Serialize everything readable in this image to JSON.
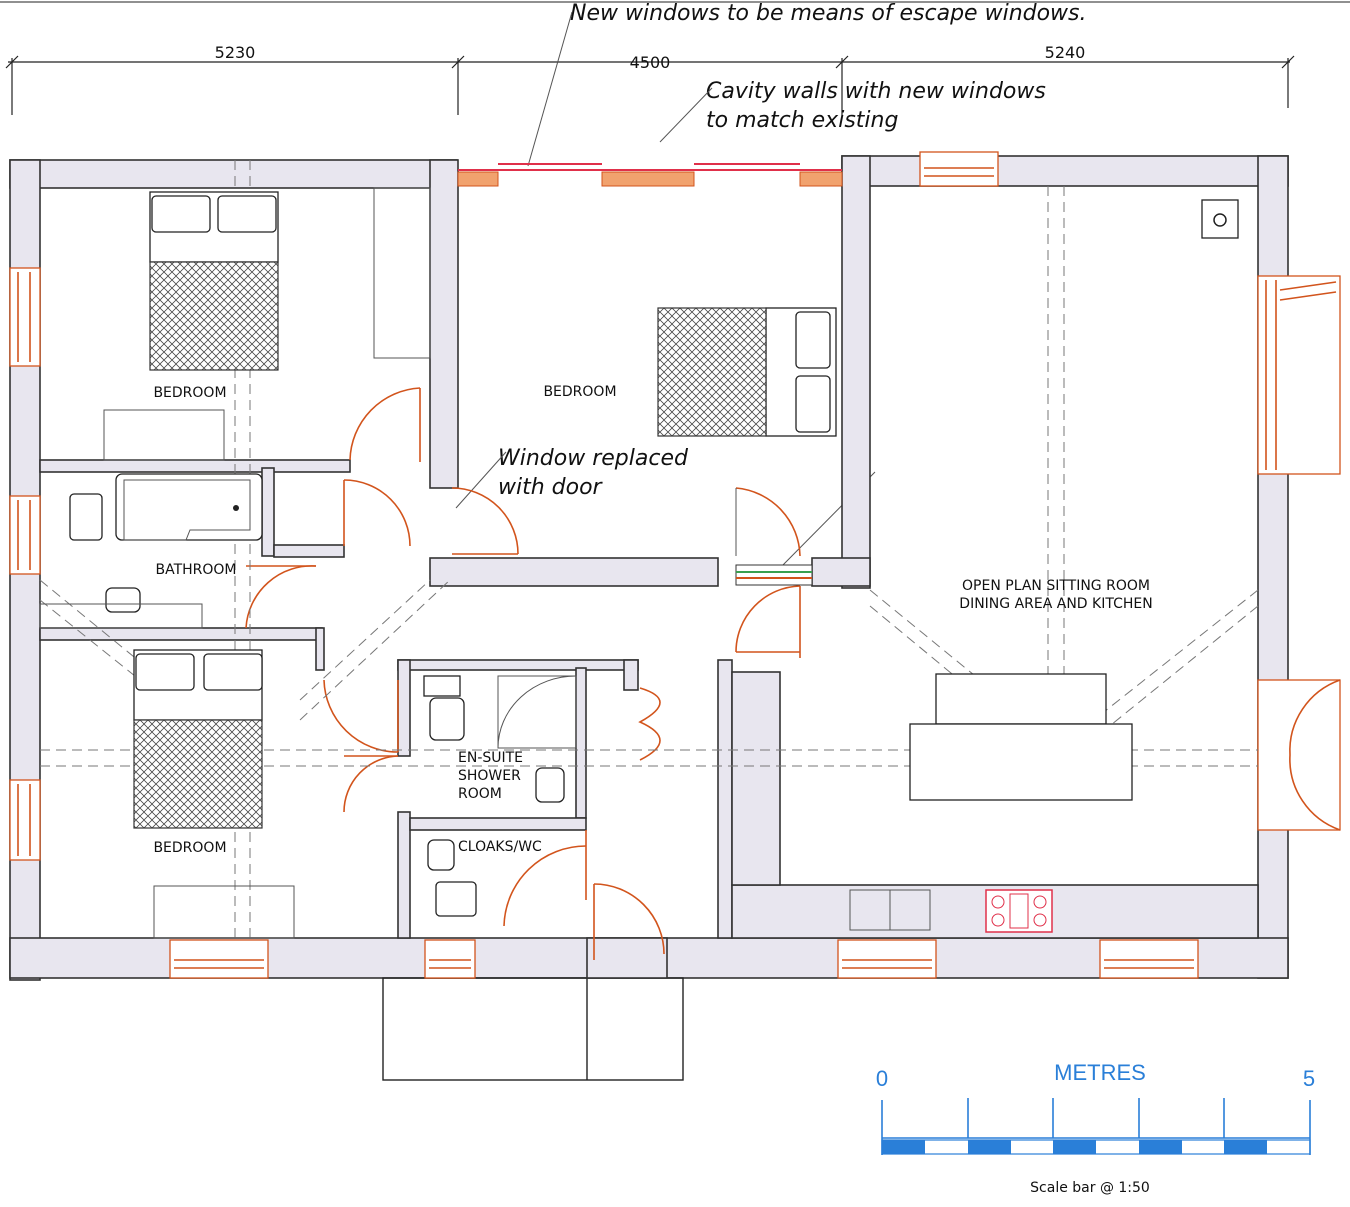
{
  "dimensions": {
    "left": "5230",
    "middle": "4500",
    "right": "5240"
  },
  "notes": {
    "escape_windows": "New windows to be means of escape windows.",
    "cavity_walls_line1": "Cavity walls with new windows",
    "cavity_walls_line2": "to match existing",
    "door_note_line1": "Window replaced",
    "door_note_line2": "with door"
  },
  "rooms": {
    "bedroom_top_left": "BEDROOM",
    "bedroom_middle": "BEDROOM",
    "bathroom": "BATHROOM",
    "bedroom_bottom_left": "BEDROOM",
    "ensuite_line1": "EN-SUITE",
    "ensuite_line2": "SHOWER",
    "ensuite_line3": "ROOM",
    "cloaks": "CLOAKS/WC",
    "open_plan_line1": "OPEN PLAN SITTING ROOM",
    "open_plan_line2": "DINING AREA AND KITCHEN"
  },
  "scale_bar": {
    "min": "0",
    "max": "5",
    "unit": "METRES",
    "note": "Scale bar @ 1:50",
    "color": "#2a7fd8"
  },
  "colors": {
    "door_arc": "#d2541c",
    "new_window": "#e0304a",
    "wall_fill": "#e8e6ef"
  }
}
